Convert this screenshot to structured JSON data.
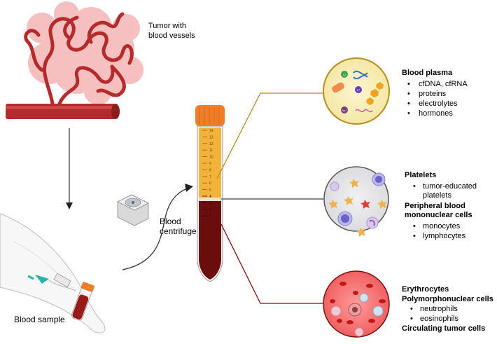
{
  "labels": {
    "tumor": [
      "Tumor with",
      "blood vessels"
    ],
    "blood_sample": "Blood sample",
    "centrifuge": [
      "Blood",
      "centrifuge"
    ]
  },
  "plasma": {
    "heading": "Blood plasma",
    "items": [
      "cfDNA, cfRNA",
      "proteins",
      "electrolytes",
      "hormones"
    ]
  },
  "buffy": {
    "heading1": "Platelets",
    "items1": [
      "tumor-educated platelets"
    ],
    "heading2": [
      "Peripheral blood",
      "mononuclear cells"
    ],
    "items2": [
      "monocytes",
      "lymphocytes"
    ]
  },
  "erythro": {
    "heading1": "Erythrocytes",
    "heading2": "Polymorphonuclear cells",
    "items": [
      "neutrophils",
      "eosinophils"
    ],
    "heading3": "Circulating tumor cells"
  },
  "tube_scale": [
    "14",
    "13",
    "12",
    "11",
    "10",
    "9",
    "8",
    "7",
    "6",
    "5",
    "4",
    "3",
    "2",
    "1"
  ],
  "ion_glyphs": [
    "Cl",
    "K⁺",
    "Na⁺"
  ],
  "colors": {
    "vessel": "#b52a2a",
    "plasma": "#f3b23a",
    "blood": "#6b0d0d",
    "cap": "#f07d2a",
    "plasma_leader": "#b38f1e",
    "buffy_leader": "#444444",
    "rbc_leader": "#7a1010"
  }
}
